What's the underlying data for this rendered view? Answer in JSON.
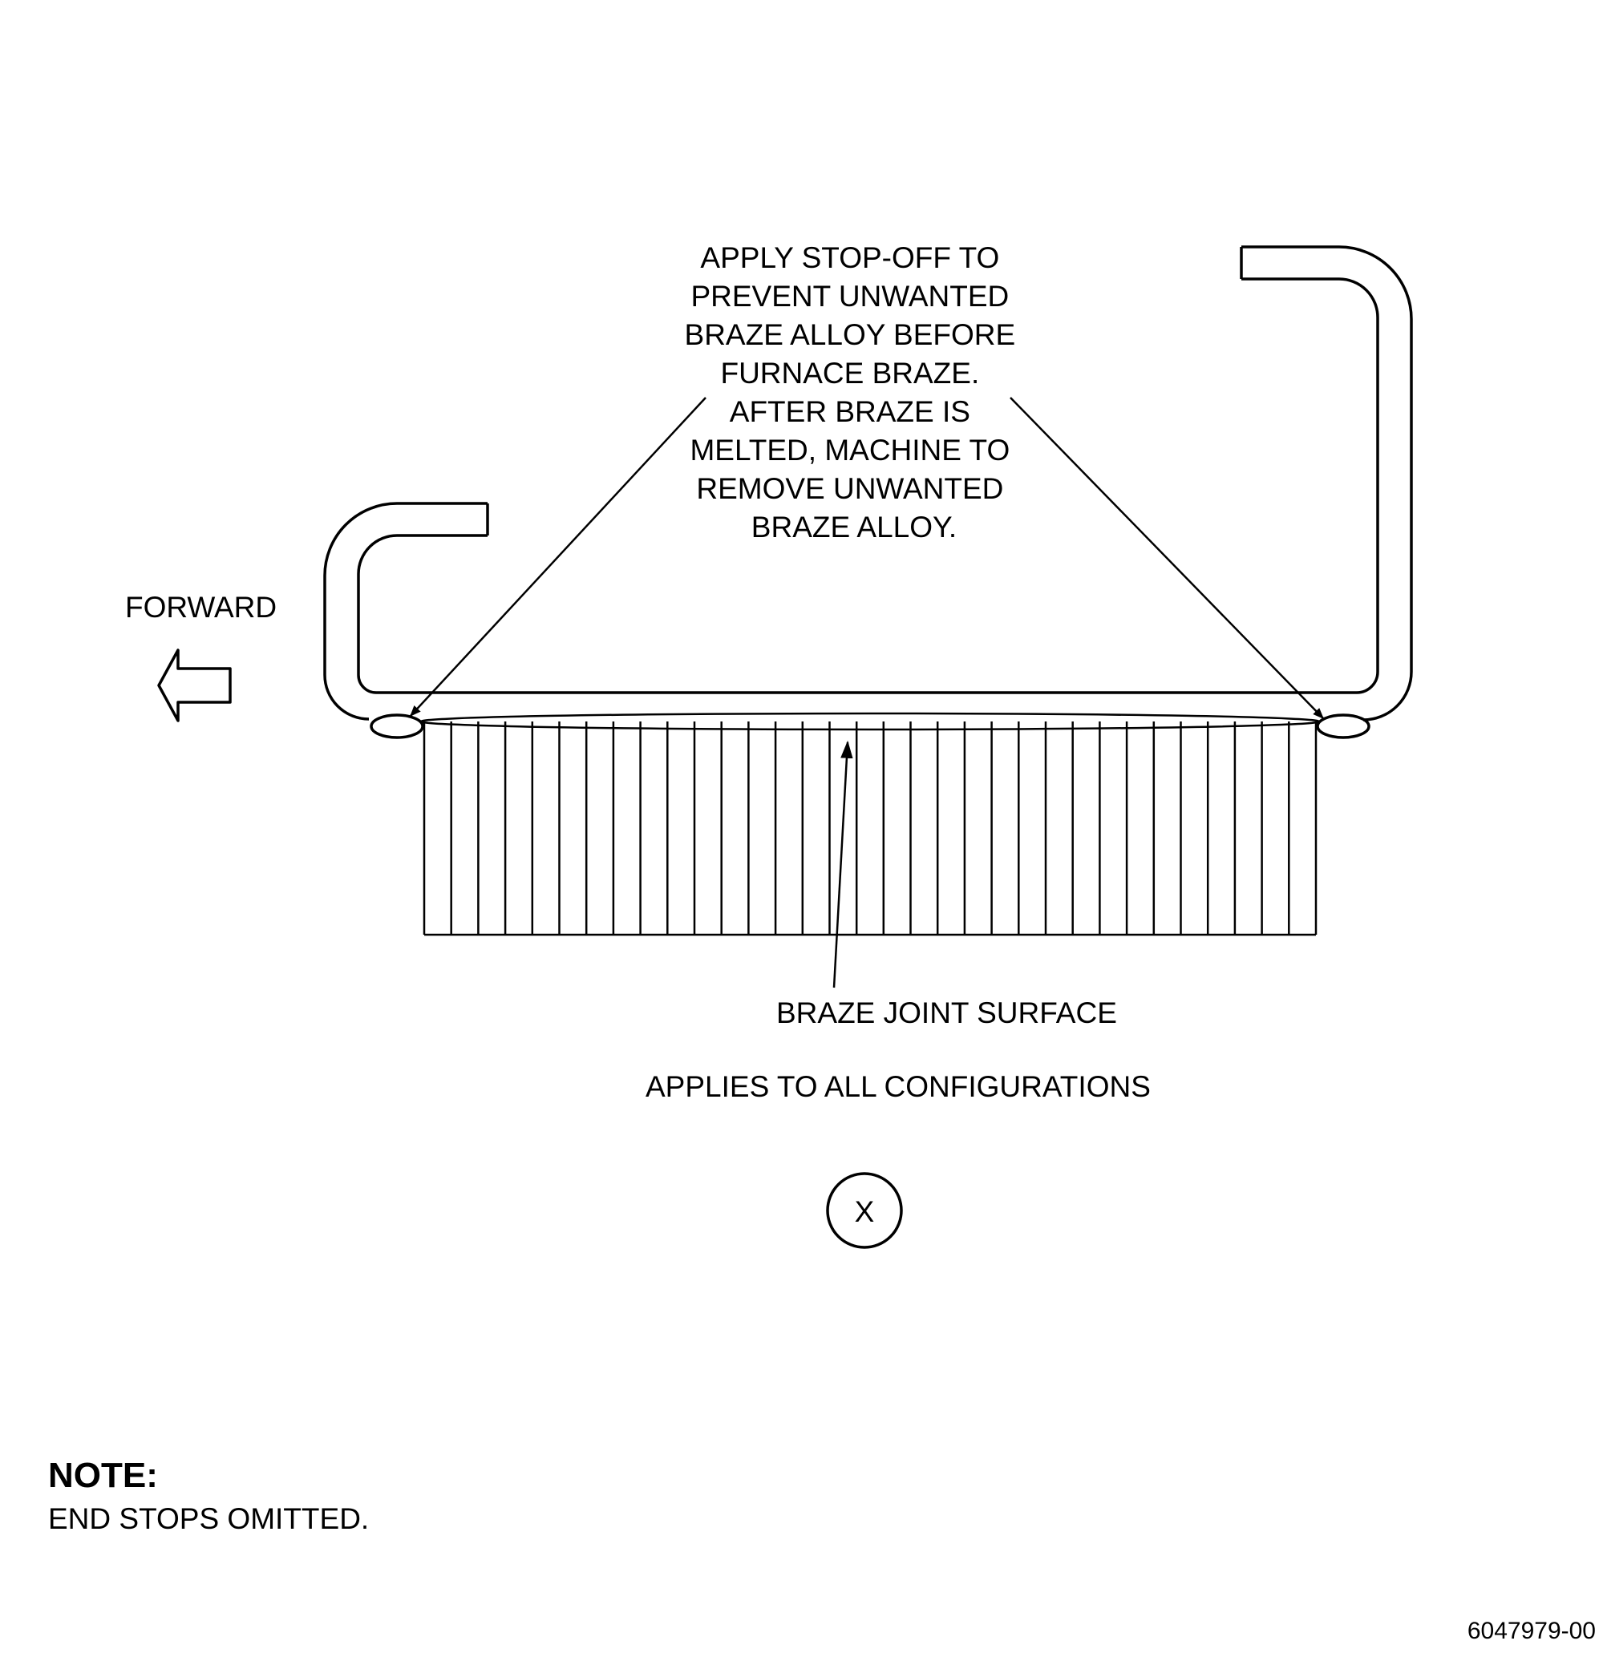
{
  "callout": {
    "lines": [
      "APPLY STOP-OFF TO",
      "PREVENT UNWANTED",
      "BRAZE ALLOY BEFORE",
      "FURNACE BRAZE.",
      "AFTER BRAZE IS",
      "MELTED, MACHINE TO",
      "REMOVE UNWANTED",
      "BRAZE ALLOY."
    ]
  },
  "forward_label": "FORWARD",
  "joint_label": "BRAZE JOINT SURFACE",
  "applies_label": "APPLIES TO ALL CONFIGURATIONS",
  "view_marker": "X",
  "note": {
    "title": "NOTE:",
    "text": "END STOPS OMITTED."
  },
  "figure_id": "6047979-00",
  "fins": {
    "count": 34
  }
}
